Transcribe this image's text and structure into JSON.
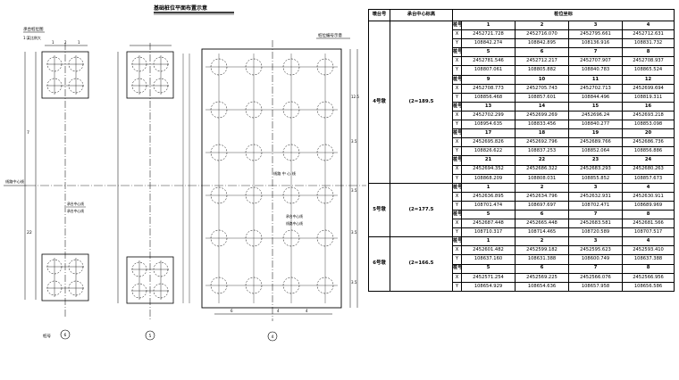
{
  "drawing": {
    "title": "基础桩位平面布置示意",
    "caption_a_1": "承台桩位图",
    "caption_a_2": "1:某比例大",
    "axis_label": "线路中心线",
    "mid_caption": "承台中心线",
    "mid_caption_2": "承台中心线",
    "right_caption": "桩位编号示意",
    "center_caption_1": "线路 中 心 线",
    "center_caption_2": "承台中心线",
    "center_caption_3": "线路中心线",
    "bottom_label_left": "桩号",
    "circle_label_a": "6",
    "circle_label_b": "5",
    "circle_label_c": "4",
    "dims": {
      "d1": "1",
      "d2": "2",
      "d3": "1",
      "v_left": "7",
      "v_mid": "22",
      "v_r1": "12.5",
      "v_r2": "3.5",
      "v_r3": "3.5",
      "v_r4": "3.5",
      "v_r5": "3.5",
      "h_b1": "6",
      "h_b2": "4",
      "h_b3": "4"
    },
    "pile_marks": [
      "1",
      "2",
      "3",
      "4"
    ]
  },
  "table": {
    "headers": [
      "墩台号",
      "承台中心标高",
      "桩位坐标"
    ],
    "groups": [
      {
        "pier": "4号墩",
        "elevation": "(2=189.5",
        "blocks": [
          {
            "nums": [
              "1",
              "2",
              "3",
              "4"
            ],
            "x": [
              "2452721.728",
              "2452716.070",
              "2452795.661",
              "2452712.631"
            ],
            "y": [
              "108842.274",
              "108842.895",
              "108136.916",
              "108831.732"
            ]
          },
          {
            "nums": [
              "5",
              "6",
              "7",
              "8"
            ],
            "x": [
              "2452781.546",
              "2452712.217",
              "2452707.907",
              "2452708.937"
            ],
            "y": [
              "108807.061",
              "108805.882",
              "108840.783",
              "108865.524"
            ]
          },
          {
            "nums": [
              "9",
              "10",
              "11",
              "12"
            ],
            "x": [
              "2452708.773",
              "2452705.743",
              "2452702.713",
              "2452699.694"
            ],
            "y": [
              "108856.468",
              "108857.601",
              "108844.496",
              "108819.311"
            ]
          },
          {
            "nums": [
              "13",
              "14",
              "15",
              "16"
            ],
            "x": [
              "2452702.299",
              "2452699.269",
              "2452696.24",
              "2452693.218"
            ],
            "y": [
              "108954.635",
              "108833.456",
              "108840.277",
              "108853.098"
            ]
          },
          {
            "nums": [
              "17",
              "18",
              "19",
              "20"
            ],
            "x": [
              "2452695.826",
              "2452692.796",
              "2452689.766",
              "2452686.736"
            ],
            "y": [
              "108826.622",
              "108837.253",
              "108852.064",
              "108856.886"
            ]
          },
          {
            "nums": [
              "21",
              "22",
              "23",
              "24"
            ],
            "x": [
              "2452694.352",
              "2452686.322",
              "2452683.293",
              "2452680.263"
            ],
            "y": [
              "108868.209",
              "108808.031",
              "108855.852",
              "108857.673"
            ]
          }
        ]
      },
      {
        "pier": "5号墩",
        "elevation": "(2=177.5",
        "blocks": [
          {
            "nums": [
              "1",
              "2",
              "3",
              "4"
            ],
            "x": [
              "2452636.895",
              "2452634.796",
              "2452632.931",
              "2452630.911"
            ],
            "y": [
              "108701.474",
              "108697.697",
              "108702.471",
              "108689.969"
            ]
          },
          {
            "nums": [
              "5",
              "6",
              "7",
              "8"
            ],
            "x": [
              "2452687.448",
              "2452665.448",
              "2452683.581",
              "2452681.566"
            ],
            "y": [
              "108710.317",
              "108714.465",
              "108720.589",
              "108707.517"
            ]
          }
        ]
      },
      {
        "pier": "6号墩",
        "elevation": "(2=166.5",
        "blocks": [
          {
            "nums": [
              "1",
              "2",
              "3",
              "4"
            ],
            "x": [
              "2452601.482",
              "2452599.182",
              "2452595.623",
              "2452593.410"
            ],
            "y": [
              "108637.160",
              "108631.388",
              "108600.749",
              "108637.388"
            ]
          },
          {
            "nums": [
              "5",
              "6",
              "7",
              "8"
            ],
            "x": [
              "2452571.254",
              "2452569.225",
              "2452566.076",
              "2452566.956"
            ],
            "y": [
              "108654.929",
              "108654.636",
              "108657.958",
              "108656.586"
            ]
          }
        ]
      }
    ],
    "labels": {
      "num": "桩号",
      "x": "X",
      "y": "Y"
    }
  }
}
